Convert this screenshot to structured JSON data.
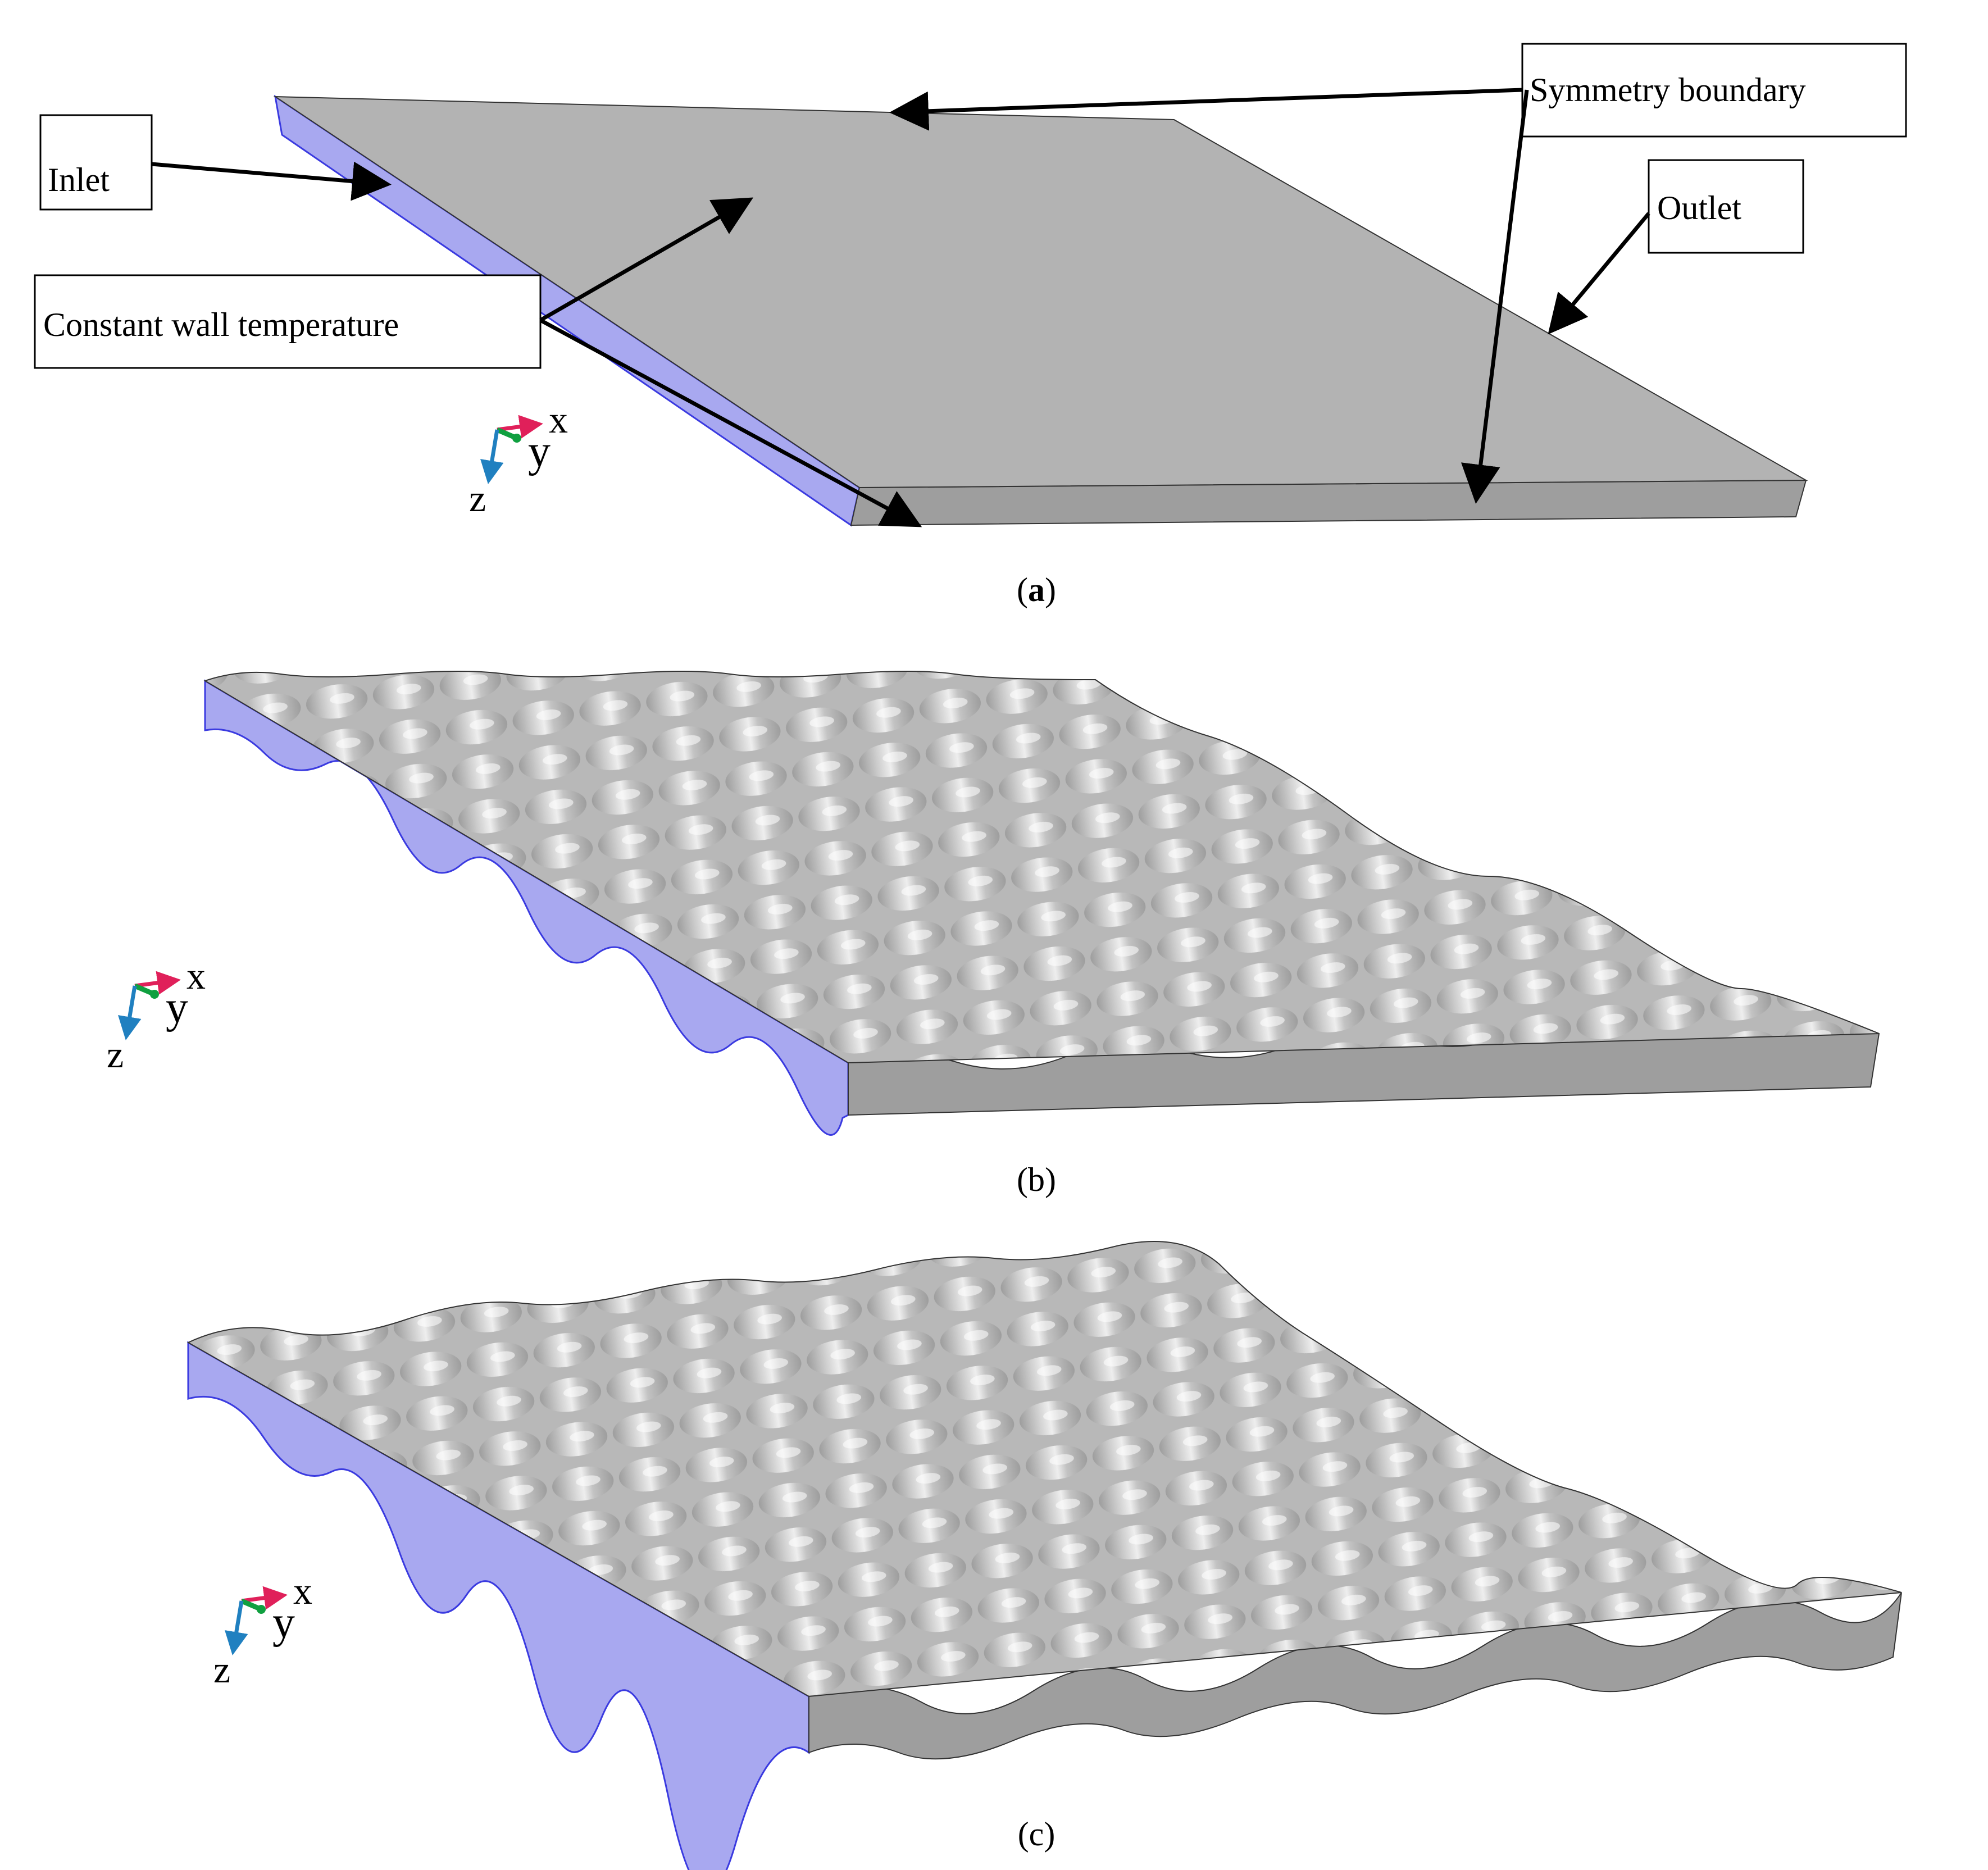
{
  "panels": [
    {
      "caption_open": "(",
      "caption_letter": "a",
      "caption_close": ")"
    },
    {
      "caption": "(b)"
    },
    {
      "caption": "(c)"
    }
  ],
  "annotations": {
    "inlet": "Inlet",
    "symmetry": "Symmetry boundary",
    "outlet": "Outlet",
    "wall": "Constant wall temperature"
  },
  "triad": {
    "x": "x",
    "y": "y",
    "z": "z"
  },
  "colors": {
    "plate_top": "#b3b3b3",
    "plate_side": "#9e9e9e",
    "inlet_face": "#a8a8f0",
    "inlet_edge": "#3a3ae0",
    "arrow": "#000000",
    "triad_x": "#e0205a",
    "triad_y": "#10a040",
    "triad_z": "#2080c0"
  }
}
